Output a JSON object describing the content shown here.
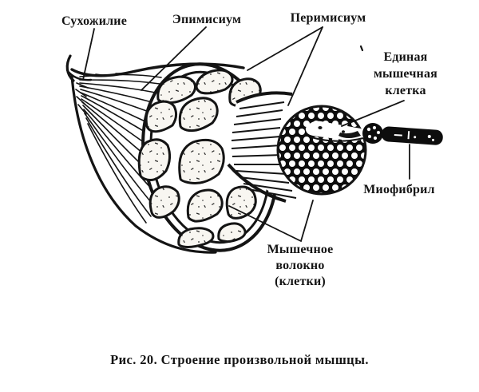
{
  "figure": {
    "type": "anatomical-diagram",
    "caption": "Рис. 20. Строение произвольной мышцы.",
    "labels": {
      "tendon": "Сухожилие",
      "epimysium": "Эпимисиум",
      "perimysium": "Перимисиум",
      "single_muscle_cell": {
        "line1": "Единая",
        "line2": "мышечная",
        "line3": "клетка"
      },
      "myofibril": "Миофибрил",
      "muscle_fiber": {
        "line1": "Мышечное",
        "line2": "волокно",
        "line3": "(клетки)"
      }
    },
    "colors": {
      "ink": "#141414",
      "paper": "#ffffff",
      "fascicle_fill": "#f8f6f1"
    }
  }
}
